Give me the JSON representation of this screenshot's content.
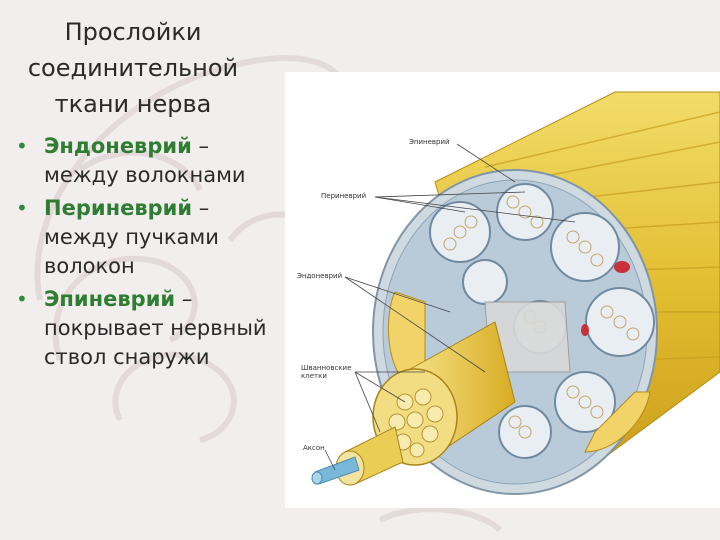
{
  "title": {
    "line1": "Прослойки",
    "line2": "соединительной",
    "line3": "ткани нерва"
  },
  "bullets": [
    {
      "term": "Эндоневрий",
      "rest_first": " –",
      "rest": "между волокнами"
    },
    {
      "term": "Периневрий",
      "rest_first": " –",
      "rest": "между пучками волокон"
    },
    {
      "term": "Эпиневрий",
      "rest_first": " –",
      "rest": "покрывает нервный ствол снаружи"
    }
  ],
  "figure": {
    "labels": {
      "epineurium": "Эпиневрий",
      "perineurium": "Периневрий",
      "endoneurium": "Эндоневрий",
      "schwann": "Шванновские клетки",
      "axon": "Аксон"
    }
  },
  "colors": {
    "accent_green": "#2e7d32",
    "fascicle_blue": "#9fc0d8",
    "nerve_yellow": "#e5c33c"
  }
}
